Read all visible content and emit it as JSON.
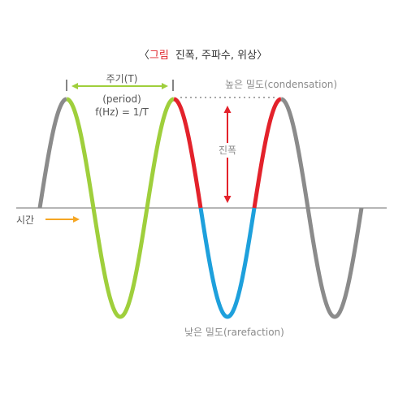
{
  "title": {
    "open_bracket": "〈",
    "label": "그림",
    "caption": "진폭, 주파수, 위상",
    "close_bracket": "〉",
    "label_color": "#e0252c"
  },
  "labels": {
    "period_korean": "주기(T)",
    "period_english": "(period)",
    "frequency": "f(Hz) = 1/T",
    "condensation": "높은 밀도(condensation)",
    "amplitude": "진폭",
    "time": "시간",
    "rarefaction": "낮은 밀도(rarefaction)"
  },
  "colors": {
    "gray_wave": "#8b8b8b",
    "green_wave": "#9fcf3c",
    "red_wave": "#e3222b",
    "blue_wave": "#1ea0dc",
    "period_arrow": "#9fcf3c",
    "amplitude_arrow": "#e3222b",
    "time_arrow": "#f5a623",
    "axis": "#8b8b8b"
  }
}
